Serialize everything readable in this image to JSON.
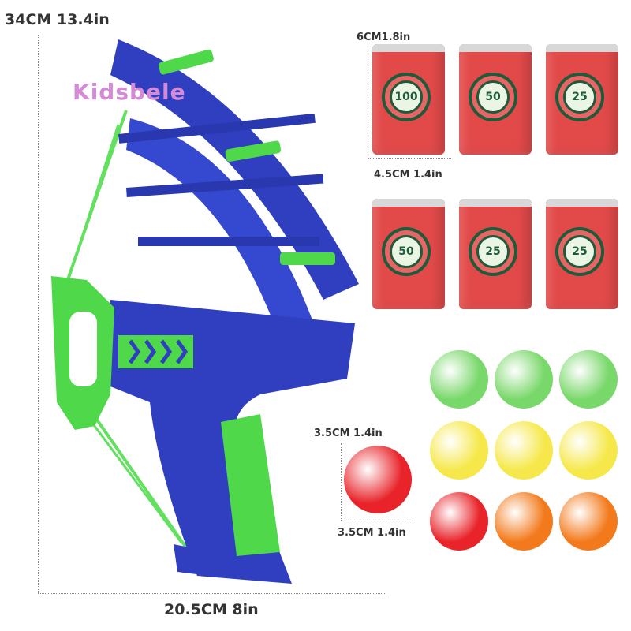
{
  "brand": {
    "logo_text": "Kidsbele"
  },
  "dimensions": {
    "height": "34CM 13.4in",
    "width": "20.5CM  8in",
    "target_height": "6CM1.8in",
    "target_width": "4.5CM 1.4in",
    "ball_height": "3.5CM 1.4in",
    "ball_width": "3.5CM  1.4in"
  },
  "targets": [
    {
      "score": "100"
    },
    {
      "score": "50"
    },
    {
      "score": "25"
    },
    {
      "score": "50"
    },
    {
      "score": "25"
    },
    {
      "score": "25"
    }
  ],
  "balls": {
    "rows": [
      [
        "green",
        "green",
        "green"
      ],
      [
        "yellow",
        "yellow",
        "yellow"
      ],
      [
        "red",
        "orange",
        "orange"
      ]
    ],
    "single": "red"
  },
  "colors": {
    "bow_blue": "#2f3fbf",
    "bow_green": "#4ed84a",
    "target_red": "#e24a4a",
    "target_ring": "#1f5a3a",
    "green": "#79d86a",
    "yellow": "#f6e84a",
    "red": "#e8242a",
    "orange": "#f37a1c"
  }
}
